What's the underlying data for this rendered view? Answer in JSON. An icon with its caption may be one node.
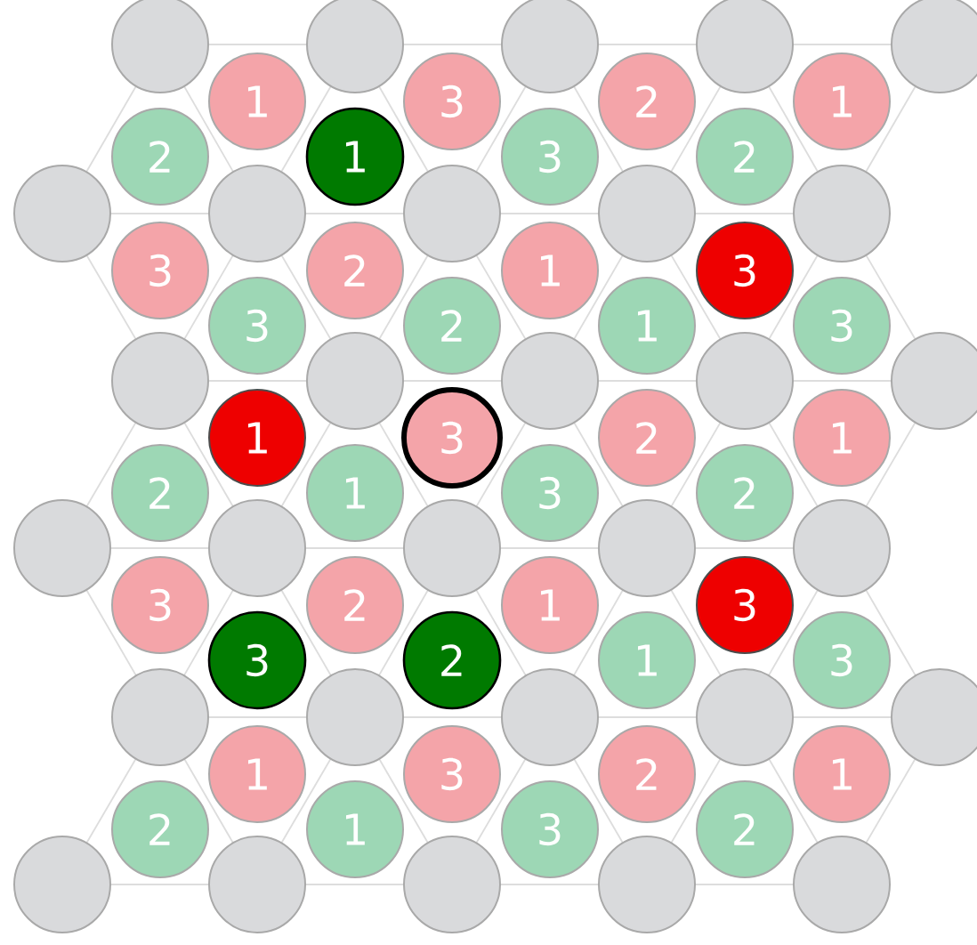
{
  "diagram": {
    "nodes": [
      {
        "text": [],
        "shape": "circle"
      },
      {
        "text": [],
        "shape": "circle"
      },
      {
        "text": [],
        "shape": "circle"
      },
      {
        "text": [],
        "shape": "circle"
      },
      {
        "text": [],
        "shape": "circle"
      },
      {
        "text": [
          "1"
        ]
      },
      {
        "text": [
          "3"
        ]
      },
      {
        "text": [
          "2"
        ]
      },
      {
        "text": [
          "1"
        ]
      },
      {
        "text": [
          "2"
        ]
      },
      {
        "text": [
          "1"
        ]
      },
      {
        "text": [
          "3"
        ]
      },
      {
        "text": [
          "2"
        ]
      },
      {
        "text": [],
        "shape": "circle"
      },
      {
        "text": [],
        "shape": "circle"
      },
      {
        "text": [],
        "shape": "circle"
      },
      {
        "text": [],
        "shape": "circle"
      },
      {
        "text": [],
        "shape": "circle"
      },
      {
        "text": [
          "3"
        ]
      },
      {
        "text": [
          "2"
        ]
      },
      {
        "text": [
          "1"
        ]
      },
      {
        "text": [
          "3"
        ]
      },
      {
        "text": [
          "3"
        ]
      },
      {
        "text": [
          "2"
        ]
      },
      {
        "text": [
          "1"
        ]
      },
      {
        "text": [
          "3"
        ]
      },
      {
        "text": [],
        "shape": "circle"
      },
      {
        "text": [],
        "shape": "circle"
      },
      {
        "text": [],
        "shape": "circle"
      },
      {
        "text": [],
        "shape": "circle"
      },
      {
        "text": [],
        "shape": "circle"
      },
      {
        "text": [
          "1"
        ]
      },
      {
        "text": [
          "3"
        ]
      },
      {
        "text": [
          "2"
        ]
      },
      {
        "text": [
          "1"
        ]
      },
      {
        "text": [
          "2"
        ]
      },
      {
        "text": [
          "1"
        ]
      },
      {
        "text": [
          "3"
        ]
      },
      {
        "text": [
          "2"
        ]
      },
      {
        "text": [],
        "shape": "circle"
      },
      {
        "text": [],
        "shape": "circle"
      },
      {
        "text": [],
        "shape": "circle"
      },
      {
        "text": [],
        "shape": "circle"
      },
      {
        "text": [],
        "shape": "circle"
      },
      {
        "text": [
          "3"
        ]
      },
      {
        "text": [
          "2"
        ]
      },
      {
        "text": [
          "1"
        ]
      },
      {
        "text": [
          "3"
        ]
      },
      {
        "text": [
          "3"
        ]
      },
      {
        "text": [
          "2"
        ]
      },
      {
        "text": [
          "1"
        ]
      },
      {
        "text": [
          "3"
        ]
      },
      {
        "text": [],
        "shape": "circle"
      },
      {
        "text": [],
        "shape": "circle"
      },
      {
        "text": [],
        "shape": "circle"
      },
      {
        "text": [],
        "shape": "circle"
      },
      {
        "text": [],
        "shape": "circle"
      },
      {
        "text": [
          "1"
        ]
      },
      {
        "text": [
          "3"
        ]
      },
      {
        "text": [
          "2"
        ]
      },
      {
        "text": [
          "1"
        ]
      },
      {
        "text": [
          "2"
        ]
      },
      {
        "text": [
          "1"
        ]
      },
      {
        "text": [
          "3"
        ]
      },
      {
        "text": [
          "2"
        ]
      },
      {
        "text": [],
        "shape": "circle"
      },
      {
        "text": [],
        "shape": "circle"
      },
      {
        "text": [],
        "shape": "circle"
      },
      {
        "text": [],
        "shape": "circle"
      },
      {
        "text": [],
        "shape": "circle"
      }
    ]
  }
}
